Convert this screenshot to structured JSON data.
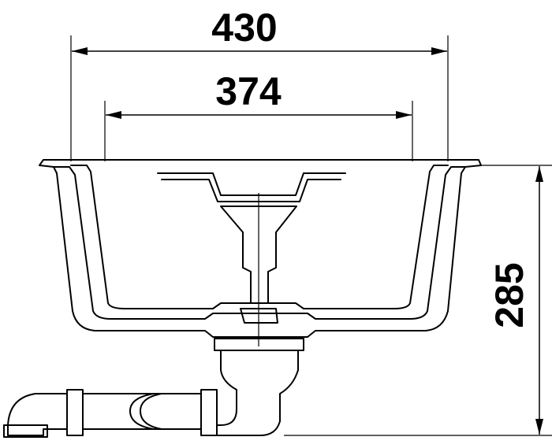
{
  "drawing": {
    "dimensions": {
      "overall_width": "430",
      "bowl_width": "374",
      "overall_depth": "285"
    },
    "colors": {
      "line": "#000000",
      "background": "#ffffff"
    }
  }
}
